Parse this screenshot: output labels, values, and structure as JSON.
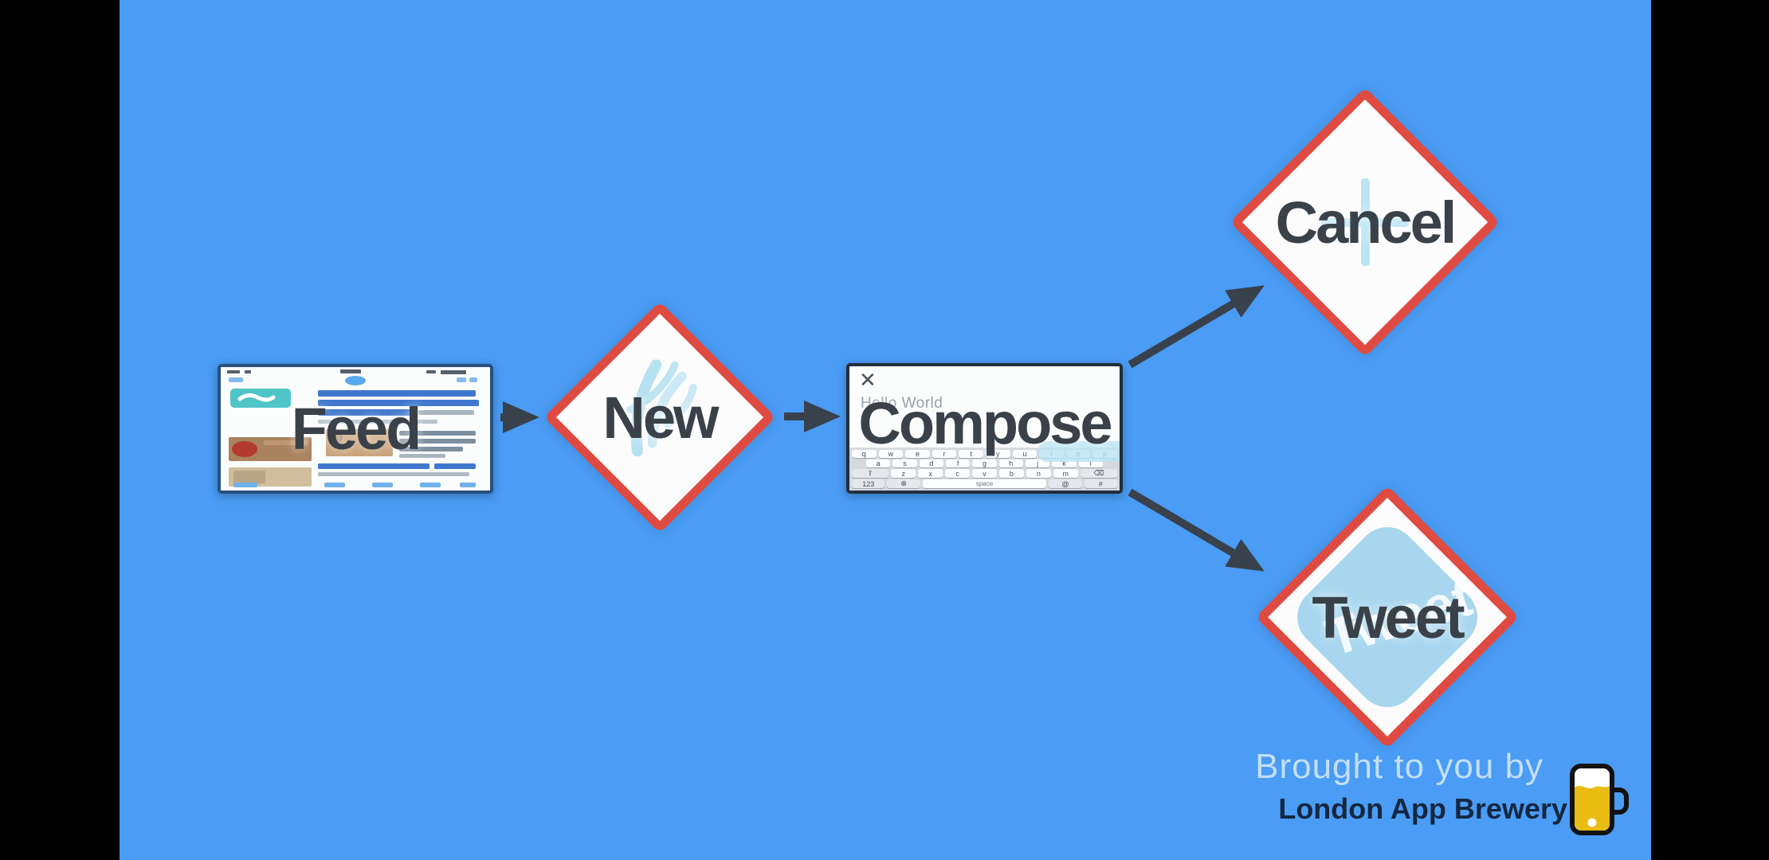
{
  "scene": {
    "background_color": "#4A9CF5",
    "letterbox_color": "#000000",
    "diamond_border_color": "#DF4B42",
    "arrow_color": "#39414C",
    "label_color": "#3A4149"
  },
  "flow": {
    "nodes": [
      {
        "id": "feed",
        "type": "screen",
        "label": "Feed"
      },
      {
        "id": "new",
        "type": "decision",
        "label": "New",
        "ghost_icon": "compose-quill-icon"
      },
      {
        "id": "compose",
        "type": "screen",
        "label": "Compose"
      },
      {
        "id": "cancel",
        "type": "decision",
        "label": "Cancel",
        "ghost_icon": "plus-cross-icon"
      },
      {
        "id": "tweet",
        "type": "decision",
        "label": "Tweet",
        "watermark": "Tweet",
        "tile_color": "#A7D6EE"
      }
    ],
    "edges": [
      {
        "from": "feed",
        "to": "new"
      },
      {
        "from": "new",
        "to": "compose"
      },
      {
        "from": "compose",
        "to": "cancel"
      },
      {
        "from": "compose",
        "to": "tweet"
      }
    ]
  },
  "compose_screen": {
    "close_icon": "✕",
    "draft_text": "Hello World",
    "keyboard": {
      "row1": [
        "q",
        "w",
        "e",
        "r",
        "t",
        "y",
        "u",
        "i",
        "o",
        "p"
      ],
      "row2": [
        "a",
        "s",
        "d",
        "f",
        "g",
        "h",
        "j",
        "k",
        "l"
      ],
      "row3": [
        "⇧",
        "z",
        "x",
        "c",
        "v",
        "b",
        "n",
        "m",
        "⌫"
      ],
      "row4": [
        "123",
        "⊕",
        "space",
        "@",
        "#"
      ]
    }
  },
  "footer": {
    "tagline": "Brought to you by",
    "brand": "London App Brewery",
    "logo_icon": "beer-mug-phone-icon",
    "beer_color": "#E9BC12"
  }
}
